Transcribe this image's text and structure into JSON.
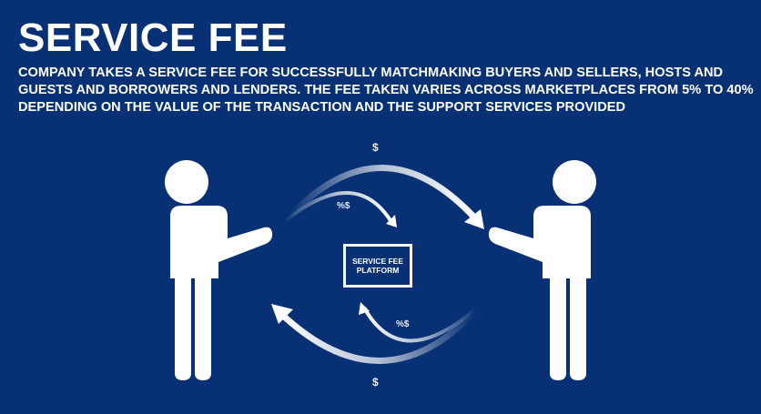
{
  "header": {
    "title": "SERVICE FEE",
    "description": "COMPANY TAKES A SERVICE FEE FOR SUCCESSFULLY MATCHMAKING BUYERS AND SELLERS, HOSTS AND GUESTS AND BORROWERS AND LENDERS. THE FEE TAKEN VARIES ACROSS MARKETPLACES FROM 5% TO 40% DEPENDING  ON THE VALUE OF THE TRANSACTION AND THE SUPPORT SERVICES PROVIDED"
  },
  "diagram": {
    "platform_label": "SERVICE FEE PLATFORM",
    "top_flow_label": "$",
    "top_fee_label": "%$",
    "bottom_flow_label": "$",
    "bottom_fee_label": "%$"
  },
  "colors": {
    "background": "#073174",
    "foreground": "#ffffff"
  }
}
